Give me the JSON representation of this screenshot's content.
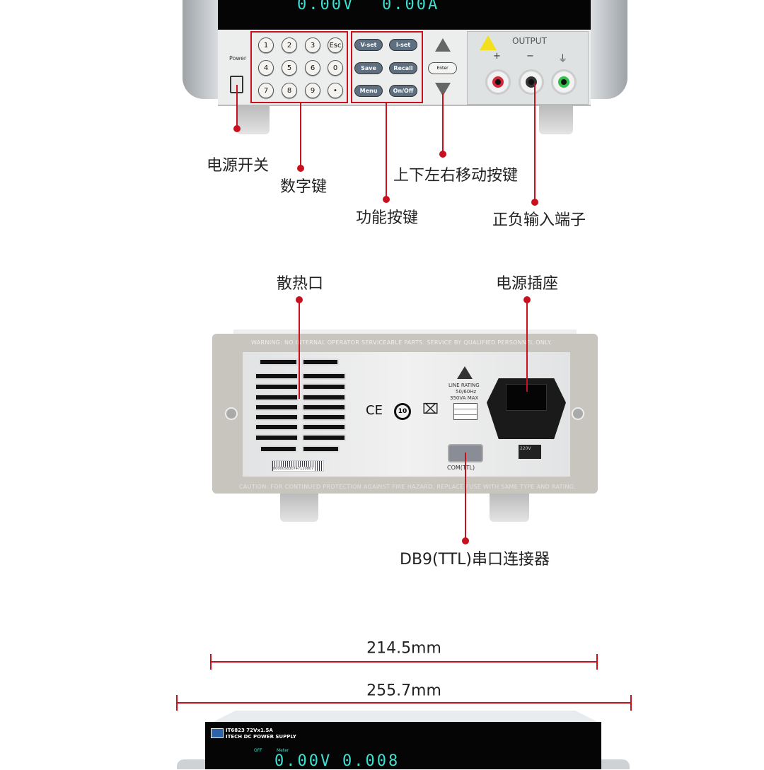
{
  "front": {
    "display_readings": [
      "0.00V",
      "0.00A"
    ],
    "power_label": "Power",
    "keypad": [
      "1",
      "2",
      "3",
      "Esc",
      "4",
      "5",
      "6",
      "0",
      "7",
      "8",
      "9",
      "•"
    ],
    "function_keys": [
      "V-set",
      "I-set",
      "Save",
      "Recall",
      "Menu",
      "On/Off"
    ],
    "enter_label": "Enter",
    "output_label": "OUTPUT",
    "terminal_symbols": [
      "+",
      "−",
      "⏚"
    ]
  },
  "front_callouts": {
    "power_switch": "电源开关",
    "numeric_keys": "数字键",
    "arrow_keys": "上下左右移动按键",
    "function_keys": "功能按键",
    "terminals": "正负输入端子"
  },
  "rear": {
    "warning": "WARNING:  NO INTERNAL OPERATOR SERVICEABLE PARTS. SERVICE BY QUALIFIED PERSONNEL ONLY.",
    "caution": "CAUTION:  FOR CONTINUED PROTECTION AGAINST FIRE HAZARD, REPLACE FUSE WITH SAME TYPE AND RATING.",
    "line_rating": [
      "LINE RATING",
      "50/60Hz",
      "350VA MAX"
    ],
    "com_label": "COM(TTL)",
    "barcode": "800005830747120807",
    "voltage_switch": "220V",
    "ce_mark": "CE",
    "rohs_mark": "10"
  },
  "rear_callouts": {
    "vent": "散热口",
    "power_socket": "电源插座",
    "db9": "DB9(TTL)串口连接器"
  },
  "dimensions": {
    "inner_width": "214.5mm",
    "outer_width": "255.7mm"
  },
  "bottom_device": {
    "model": "IT6823  72Vx1.5A",
    "brand": "ITECH DC POWER SUPPLY",
    "status_off": "OFF",
    "status_meter": "Meter",
    "display_readings": [
      "0.00V",
      "0.008"
    ]
  },
  "colors": {
    "callout_red": "#c8101e",
    "display_cyan": "#3ee0d0"
  }
}
